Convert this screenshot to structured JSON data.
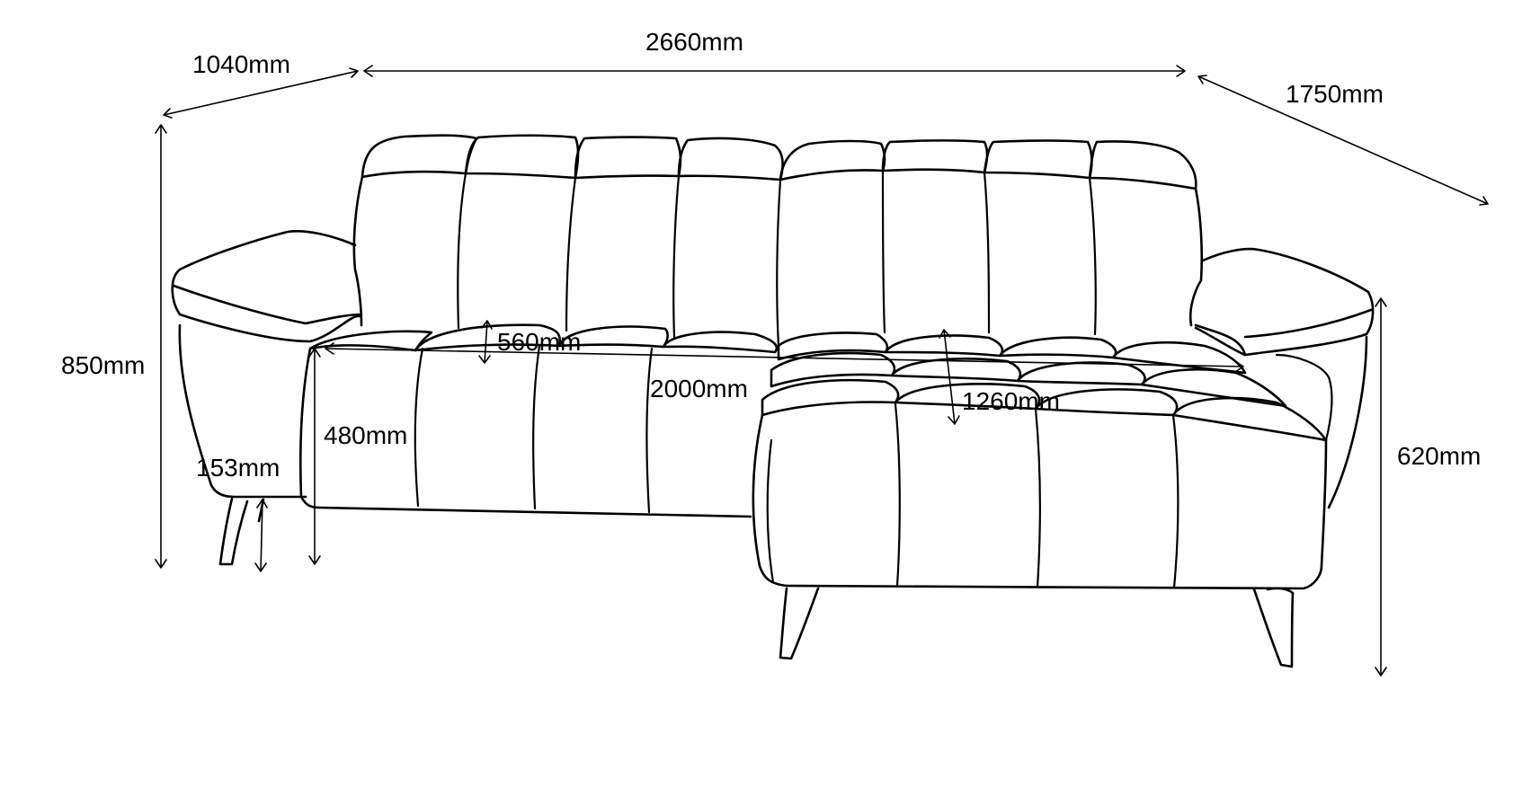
{
  "dimensions": {
    "overall_width": "2660mm",
    "side_depth": "1040mm",
    "chaise_depth": "1750mm",
    "overall_height": "850mm",
    "seat_depth": "560mm",
    "seat_width": "2000mm",
    "chaise_length": "1260mm",
    "seat_height": "480mm",
    "leg_height": "153mm",
    "chaise_height": "620mm"
  }
}
